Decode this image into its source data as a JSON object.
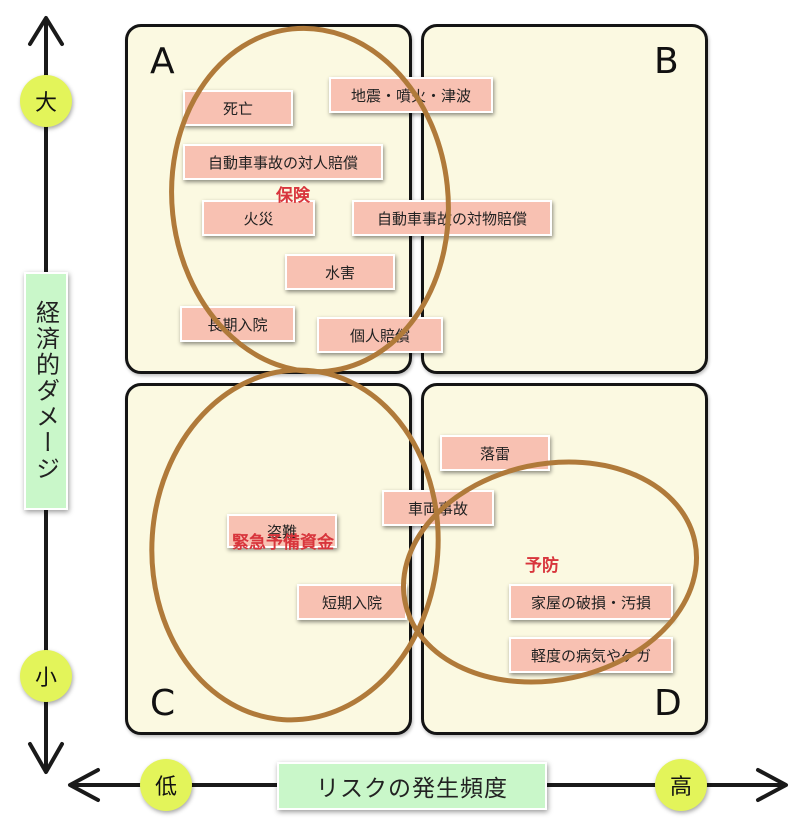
{
  "quadrants": [
    {
      "id": "A",
      "label": "A"
    },
    {
      "id": "B",
      "label": "B"
    },
    {
      "id": "C",
      "label": "C"
    },
    {
      "id": "D",
      "label": "D"
    }
  ],
  "risks": {
    "death": "死亡",
    "earthquake": "地震・噴火・津波",
    "car_bodily": "自動車事故の対人賠償",
    "fire": "火災",
    "car_property": "自動車事故の対物賠償",
    "flood": "水害",
    "long_hospital": "長期入院",
    "personal_liability": "個人賠償",
    "lightning": "落雷",
    "vehicle_accident": "車両事故",
    "theft": "盗難",
    "short_hospital": "短期入院",
    "house_damage": "家屋の破損・汚損",
    "minor_illness": "軽度の病気やケガ"
  },
  "strategies": {
    "insurance": "保険",
    "emergency_fund": "緊急予備資金",
    "prevention": "予防"
  },
  "axes": {
    "y_label": "経済的ダメージ",
    "y_high": "大",
    "y_low": "小",
    "x_label": "リスクの発生頻度",
    "x_low": "低",
    "x_high": "高"
  },
  "colors": {
    "quadrant_fill": "#fbf9e1",
    "tag_fill": "#f8c1b2",
    "circle_stroke": "#b07a3a",
    "strategy_text": "#d8353c",
    "level_badge": "#e3f45a",
    "axis_label_fill": "#c9f7c9"
  }
}
